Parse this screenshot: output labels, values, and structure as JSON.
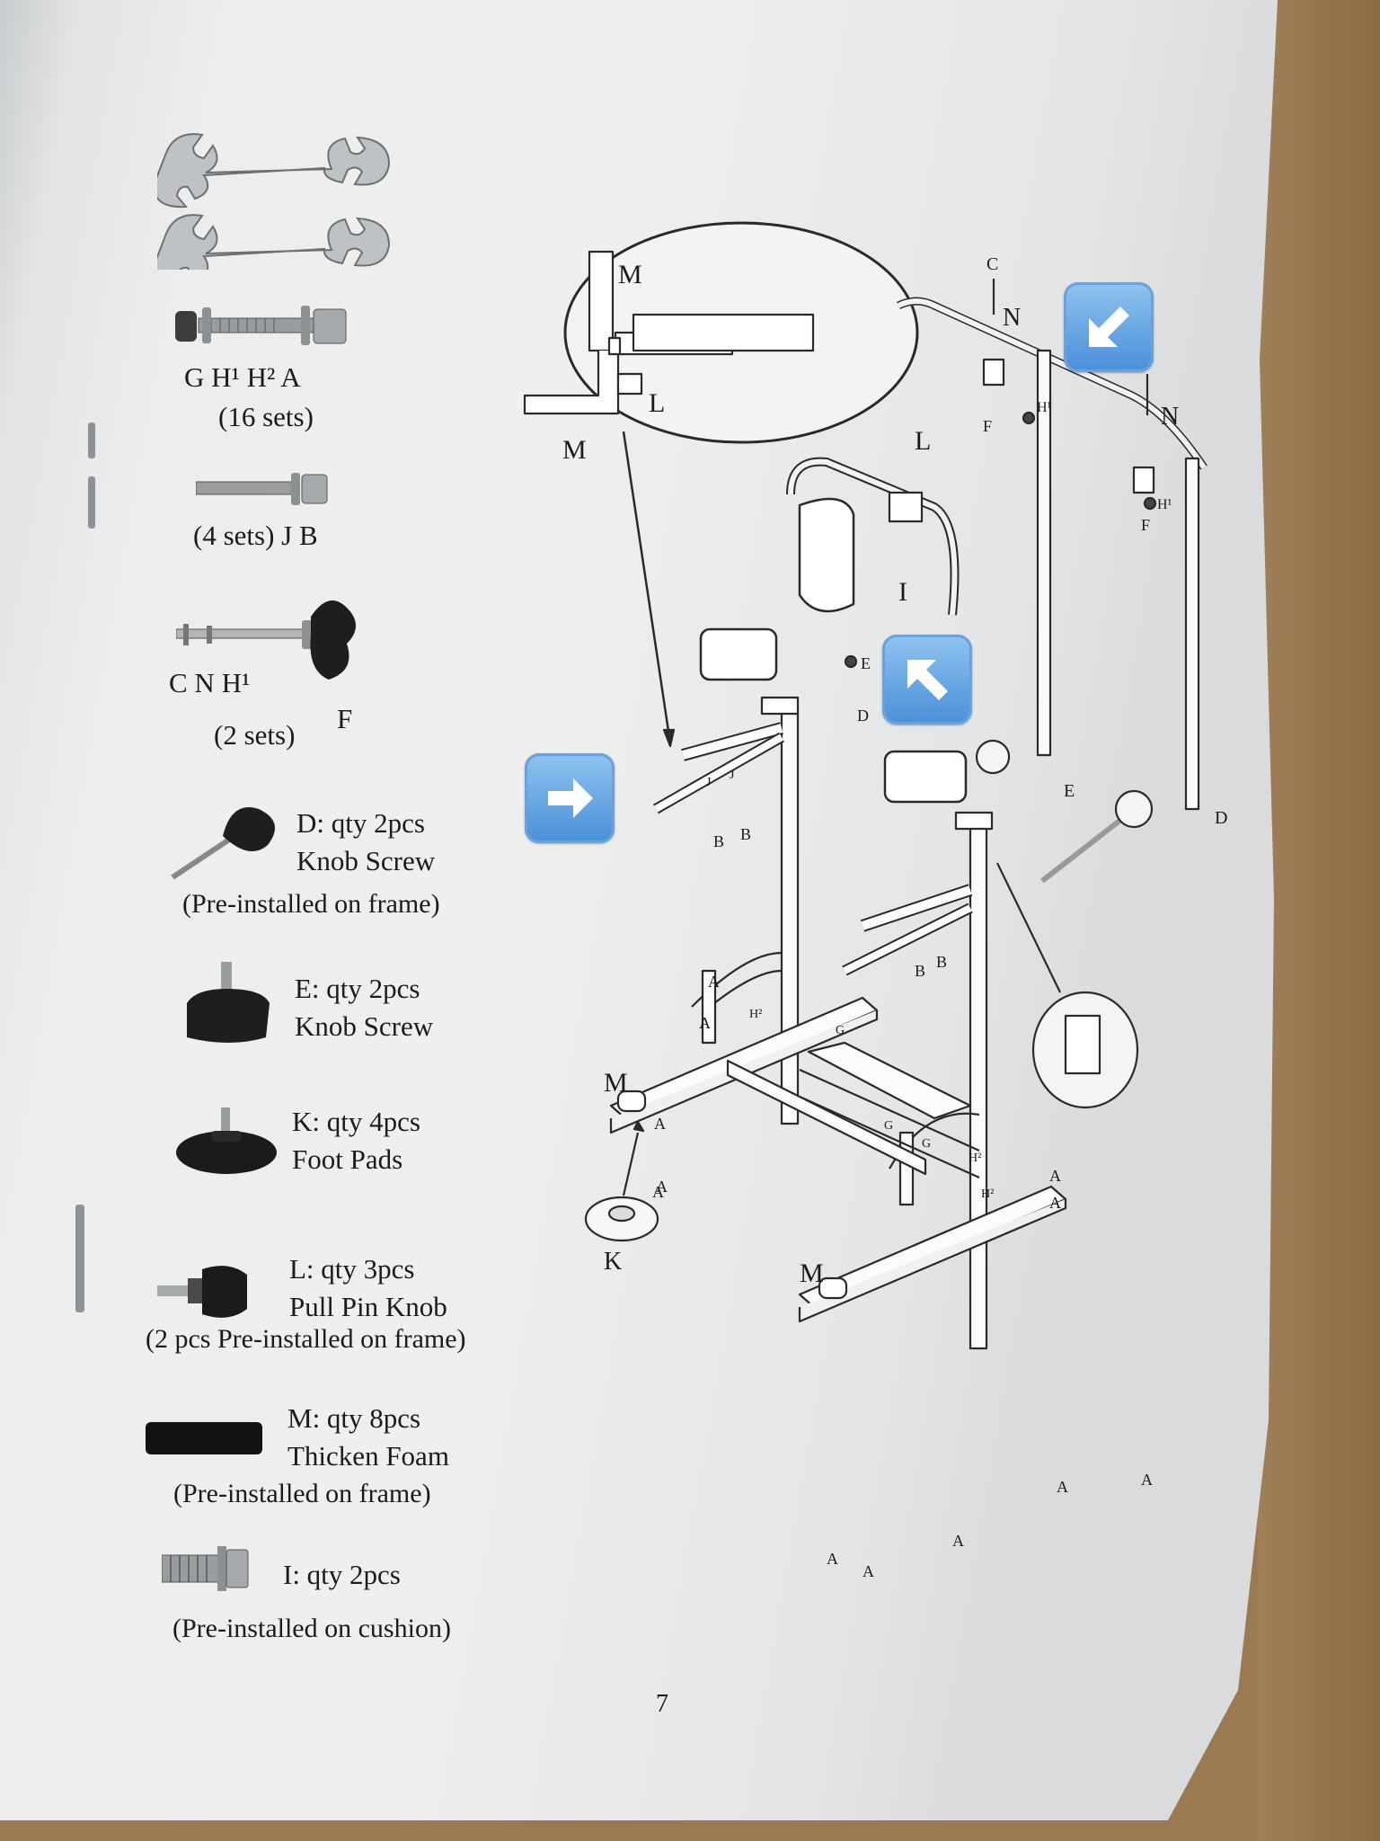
{
  "parts_list": {
    "bolt_set": {
      "letters": "G H¹    H² A",
      "qty": "(16 sets)"
    },
    "bolt_jb": {
      "text": "(4 sets)  J B"
    },
    "bolt_cn": {
      "letters": "C N     H¹",
      "f": "F",
      "qty": "(2 sets)"
    },
    "part_d": {
      "line1": "D: qty 2pcs",
      "line2": "Knob Screw",
      "note": "(Pre-installed on frame)"
    },
    "part_e": {
      "line1": "E: qty 2pcs",
      "line2": "Knob Screw"
    },
    "part_k": {
      "line1": "K: qty 4pcs",
      "line2": "Foot Pads"
    },
    "part_l": {
      "line1": "L: qty 3pcs",
      "line2": "Pull Pin Knob",
      "note": "(2 pcs Pre-installed on frame)"
    },
    "part_m": {
      "line1": "M: qty 8pcs",
      "line2": "Thicken Foam",
      "note": "(Pre-installed on frame)"
    },
    "part_i": {
      "line1": "I: qty 2pcs",
      "note": "(Pre-installed on cushion)"
    }
  },
  "diagram": {
    "callout_labels": {
      "m_top": "M",
      "l": "L",
      "m_bottom": "M"
    },
    "labels": {
      "c": "C",
      "n1": "N",
      "n2": "N",
      "f1": "F",
      "f2": "F",
      "h1a": "H¹",
      "h1b": "H¹",
      "l": "L",
      "i": "I",
      "e1": "E",
      "e2": "E",
      "d1": "D",
      "d2": "D",
      "b": "B",
      "j": "J",
      "a": "A",
      "g": "G",
      "h2": "H²",
      "m1": "M",
      "m2": "M",
      "k": "K"
    }
  },
  "arrows": {
    "right": "right-arrow-icon",
    "up_left": "up-left-arrow-icon",
    "down_left": "down-left-arrow-icon",
    "color": "#4a8fd8"
  },
  "page_number": "7"
}
